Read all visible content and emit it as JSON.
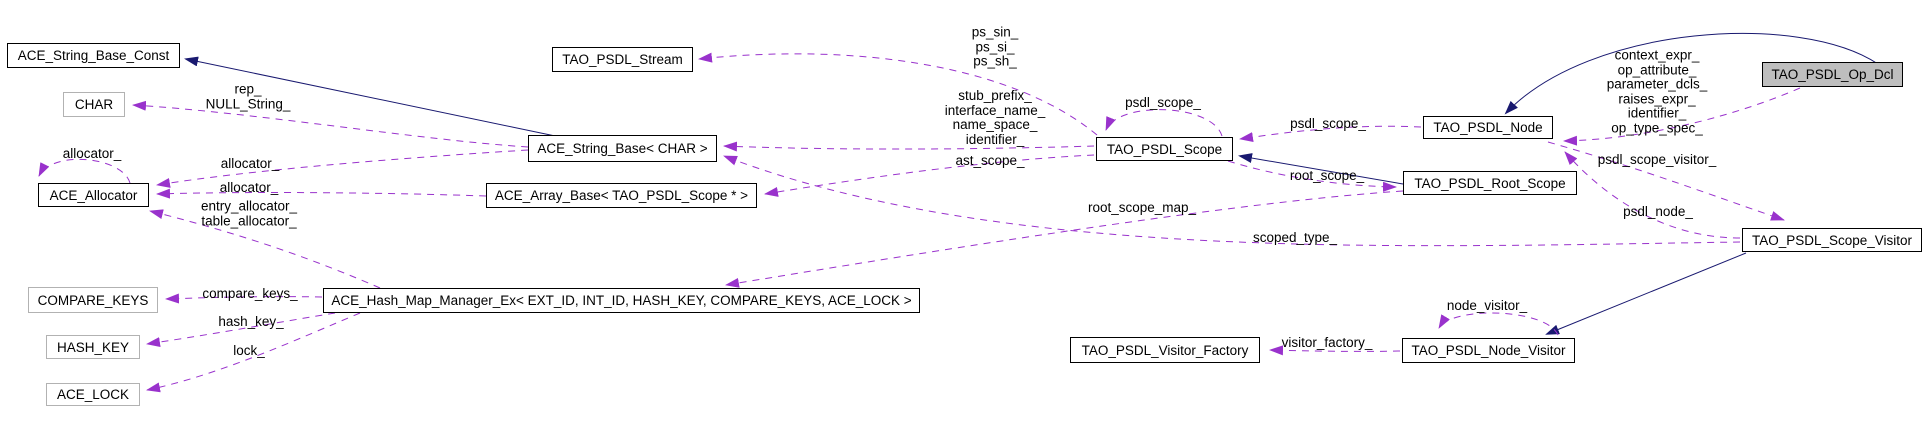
{
  "diagram": {
    "kind": "collaboration-graph",
    "colors": {
      "inheritance_edge": "#191970",
      "usage_edge": "#9932cc",
      "node_border": "#000000",
      "template_node_border": "#b2b2b2",
      "highlight_node_bg": "#bebebe",
      "background": "#ffffff"
    }
  },
  "nodes": [
    {
      "id": "ace-string-base-const",
      "label": "ACE_String_Base_Const"
    },
    {
      "id": "char",
      "label": "CHAR"
    },
    {
      "id": "ace-allocator",
      "label": "ACE_Allocator"
    },
    {
      "id": "compare-keys",
      "label": "COMPARE_KEYS"
    },
    {
      "id": "hash-key",
      "label": "HASH_KEY"
    },
    {
      "id": "ace-lock",
      "label": "ACE_LOCK"
    },
    {
      "id": "tao-psdl-stream",
      "label": "TAO_PSDL_Stream"
    },
    {
      "id": "ace-string-base-char",
      "label": "ACE_String_Base< CHAR >"
    },
    {
      "id": "ace-array-base-scope",
      "label": "ACE_Array_Base< TAO_PSDL_Scope * >"
    },
    {
      "id": "ace-hash-map-manager-ex",
      "label": "ACE_Hash_Map_Manager_Ex< EXT_ID, INT_ID, HASH_KEY, COMPARE_KEYS, ACE_LOCK >"
    },
    {
      "id": "tao-psdl-scope",
      "label": "TAO_PSDL_Scope"
    },
    {
      "id": "tao-psdl-node",
      "label": "TAO_PSDL_Node"
    },
    {
      "id": "tao-psdl-root-scope",
      "label": "TAO_PSDL_Root_Scope"
    },
    {
      "id": "tao-psdl-op-dcl",
      "label": "TAO_PSDL_Op_Dcl"
    },
    {
      "id": "tao-psdl-scope-visitor",
      "label": "TAO_PSDL_Scope_Visitor"
    },
    {
      "id": "tao-psdl-visitor-factory",
      "label": "TAO_PSDL_Visitor_Factory"
    },
    {
      "id": "tao-psdl-node-visitor",
      "label": "TAO_PSDL_Node_Visitor"
    }
  ],
  "edge_labels": [
    {
      "id": "rep-null-string",
      "text": "rep_\nNULL_String_"
    },
    {
      "id": "allocator-self",
      "text": "allocator_"
    },
    {
      "id": "allocator-string-base",
      "text": "allocator_"
    },
    {
      "id": "allocator-array-base",
      "text": "allocator_"
    },
    {
      "id": "entry-table-allocator",
      "text": "entry_allocator_\ntable_allocator_"
    },
    {
      "id": "compare-keys",
      "text": "compare_keys_"
    },
    {
      "id": "hash-key",
      "text": "hash_key_"
    },
    {
      "id": "lock",
      "text": "lock_"
    },
    {
      "id": "ps-sin-si-sh",
      "text": "ps_sin_\nps_si_\nps_sh_"
    },
    {
      "id": "stub-prefix-block",
      "text": "stub_prefix_\ninterface_name_\nname_space_\nidentifier_"
    },
    {
      "id": "ast-scope",
      "text": "ast_scope_"
    },
    {
      "id": "psdl-scope-self",
      "text": "psdl_scope_"
    },
    {
      "id": "psdl-scope",
      "text": "psdl_scope_"
    },
    {
      "id": "root-scope",
      "text": "root_scope_"
    },
    {
      "id": "root-scope-map",
      "text": "root_scope_map_"
    },
    {
      "id": "scoped-type",
      "text": "scoped_type_"
    },
    {
      "id": "context-expr-block",
      "text": "context_expr_\nop_attribute_\nparameter_dcls_\nraises_expr_\nidentifier_\nop_type_spec_"
    },
    {
      "id": "psdl-scope-visitor",
      "text": "psdl_scope_visitor_"
    },
    {
      "id": "psdl-node",
      "text": "psdl_node_"
    },
    {
      "id": "node-visitor",
      "text": "node_visitor_"
    },
    {
      "id": "visitor-factory",
      "text": "visitor_factory_"
    }
  ]
}
